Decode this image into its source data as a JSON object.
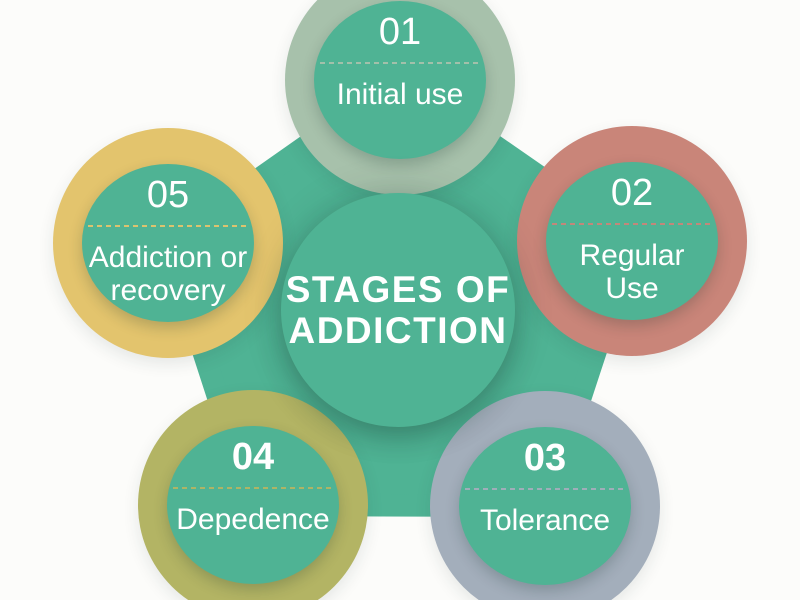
{
  "diagram": {
    "center_title_line1": "STAGES OF",
    "center_title_line2": "ADDICTION"
  },
  "colors": {
    "teal": "#4FB394",
    "background": "#FCFCFA",
    "text": "#FFFFFF"
  },
  "stages": [
    {
      "number": "01",
      "label_lines": [
        "Initial use"
      ],
      "ring_color": "#A7C1AB",
      "bold_number": false
    },
    {
      "number": "02",
      "label_lines": [
        "Regular",
        "Use"
      ],
      "ring_color": "#C98579",
      "bold_number": false
    },
    {
      "number": "03",
      "label_lines": [
        "Tolerance"
      ],
      "ring_color": "#A3AEBB",
      "bold_number": true
    },
    {
      "number": "04",
      "label_lines": [
        "Depedence"
      ],
      "ring_color": "#B3B464",
      "bold_number": true
    },
    {
      "number": "05",
      "label_lines": [
        "Addiction or",
        "recovery"
      ],
      "ring_color": "#E3C46D",
      "bold_number": false
    }
  ]
}
